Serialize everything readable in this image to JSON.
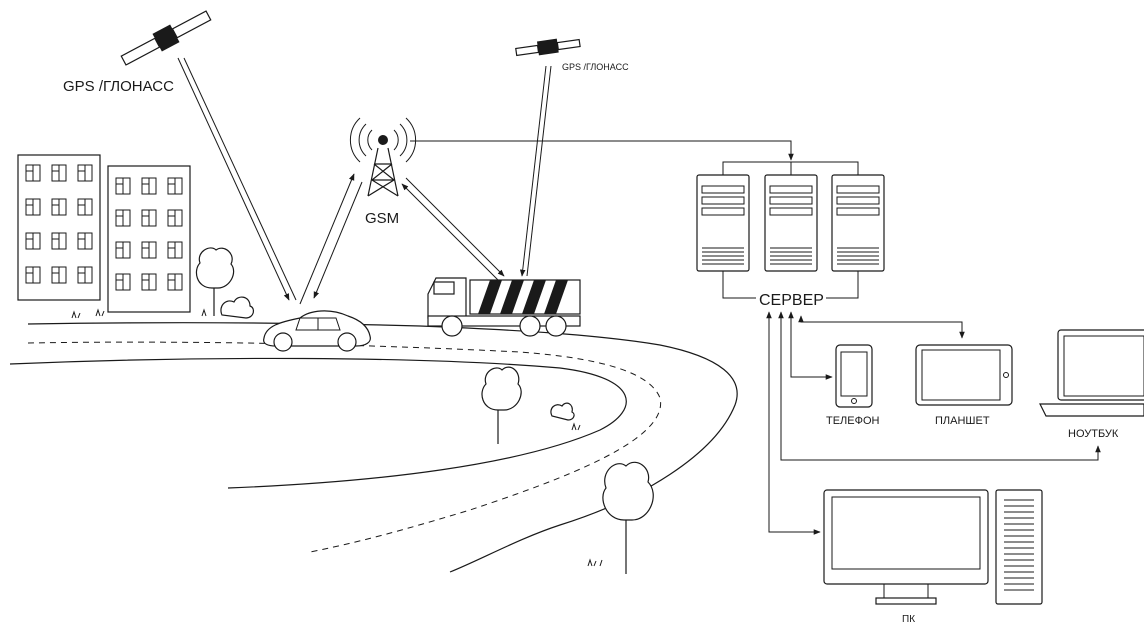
{
  "labels": {
    "gps_left": "GPS /ГЛОНАСС",
    "gps_right": "GPS /ГЛОНАСС",
    "gsm": "GSM",
    "server": "СЕРВЕР",
    "phone": "ТЕЛЕФОН",
    "tablet": "ПЛАНШЕТ",
    "laptop": "НОУТБУК",
    "pc": "ПК"
  }
}
